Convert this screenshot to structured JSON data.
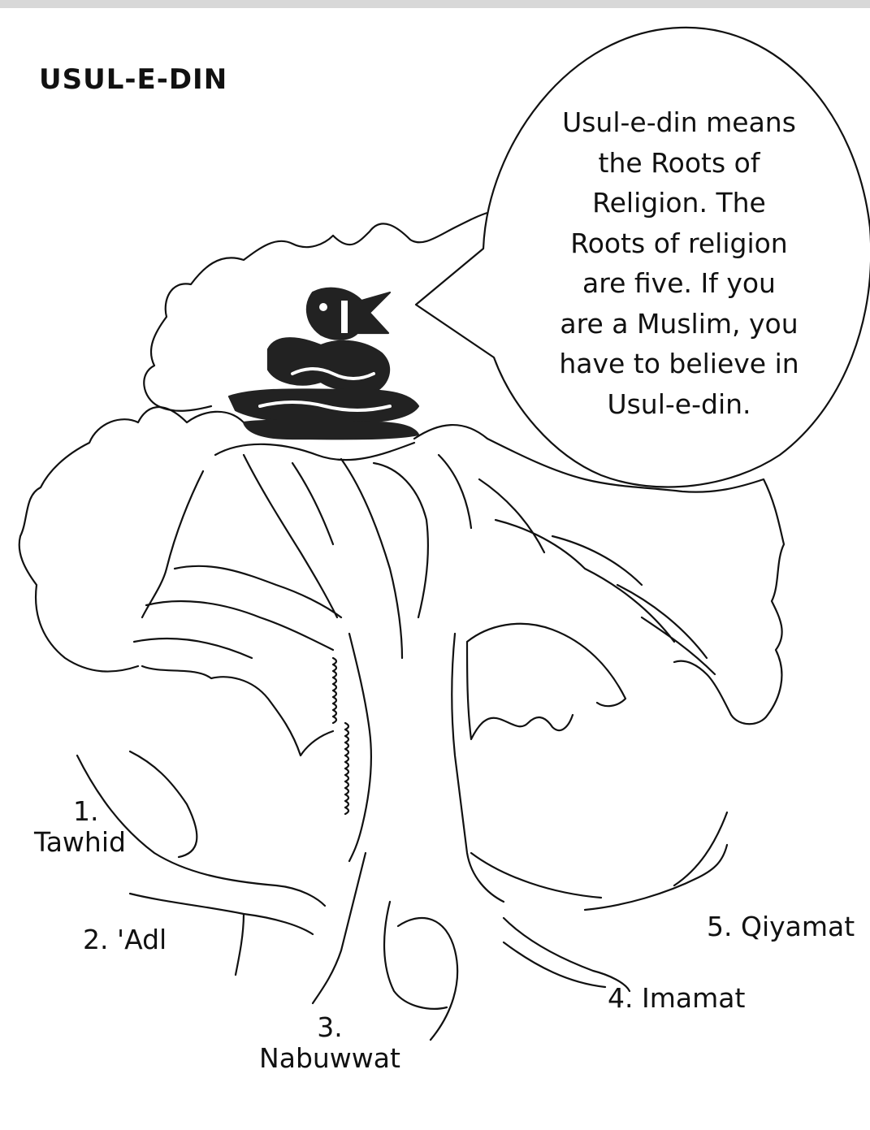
{
  "title": "USUL-E-DIN",
  "speech_bubble": {
    "text": "Usul-e-din means\nthe Roots of\nReligion. The\nRoots of religion\nare five. If you\nare a Muslim, you\nhave to believe in\nUsul-e-din."
  },
  "roots": [
    {
      "number": "1.",
      "name": "Tawhid"
    },
    {
      "number": "2.",
      "name": "'Adl"
    },
    {
      "number": "3.",
      "name": "Nabuwwat"
    },
    {
      "number": "4.",
      "name": "Imamat"
    },
    {
      "number": "5.",
      "name": "Qiyamat"
    }
  ],
  "colors": {
    "ink": "#111111",
    "paper": "#ffffff",
    "scan_edge": "#d8d8d8"
  }
}
